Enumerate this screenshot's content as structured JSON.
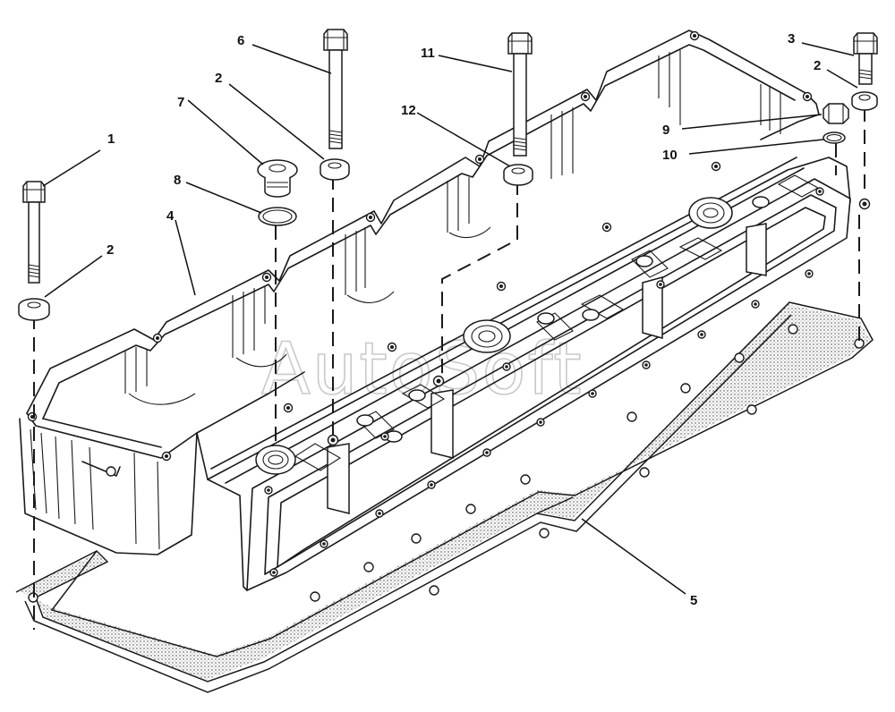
{
  "watermark": "AutoSoft",
  "callouts": [
    {
      "id": "1",
      "label": "1"
    },
    {
      "id": "2a",
      "label": "2"
    },
    {
      "id": "2b",
      "label": "2"
    },
    {
      "id": "2c",
      "label": "2"
    },
    {
      "id": "3",
      "label": "3"
    },
    {
      "id": "4",
      "label": "4"
    },
    {
      "id": "5",
      "label": "5"
    },
    {
      "id": "6",
      "label": "6"
    },
    {
      "id": "7",
      "label": "7"
    },
    {
      "id": "8",
      "label": "8"
    },
    {
      "id": "9",
      "label": "9"
    },
    {
      "id": "10",
      "label": "10"
    },
    {
      "id": "11",
      "label": "11"
    },
    {
      "id": "12",
      "label": "12"
    }
  ]
}
